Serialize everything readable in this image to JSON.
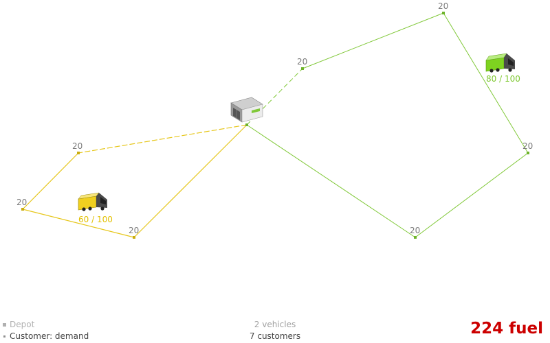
{
  "colors": {
    "route_yellow": "#e6c619",
    "route_green": "#80c838",
    "truck_yellow": "#f0d020",
    "truck_green": "#7ed320",
    "fuel": "#cc0000"
  },
  "depot": {
    "icon": "depot-building-icon"
  },
  "customers": [
    {
      "id": "c1",
      "demand": "20"
    },
    {
      "id": "c2",
      "demand": "20"
    },
    {
      "id": "c3",
      "demand": "20"
    },
    {
      "id": "c4",
      "demand": "20"
    },
    {
      "id": "c5",
      "demand": "20"
    },
    {
      "id": "c6",
      "demand": "20"
    },
    {
      "id": "c7",
      "demand": "20"
    }
  ],
  "vehicles": [
    {
      "id": "yellow",
      "load": "60 / 100",
      "color": "#f0d020",
      "text_color": "#e2c000",
      "icon": "truck-icon"
    },
    {
      "id": "green",
      "load": "80 / 100",
      "color": "#7ed320",
      "text_color": "#7ec830",
      "icon": "truck-icon"
    }
  ],
  "legend": {
    "depot": "Depot",
    "customer": "Customer: demand"
  },
  "stats": {
    "vehicles": "2 vehicles",
    "customers": "7 customers"
  },
  "score": "224 fuel"
}
